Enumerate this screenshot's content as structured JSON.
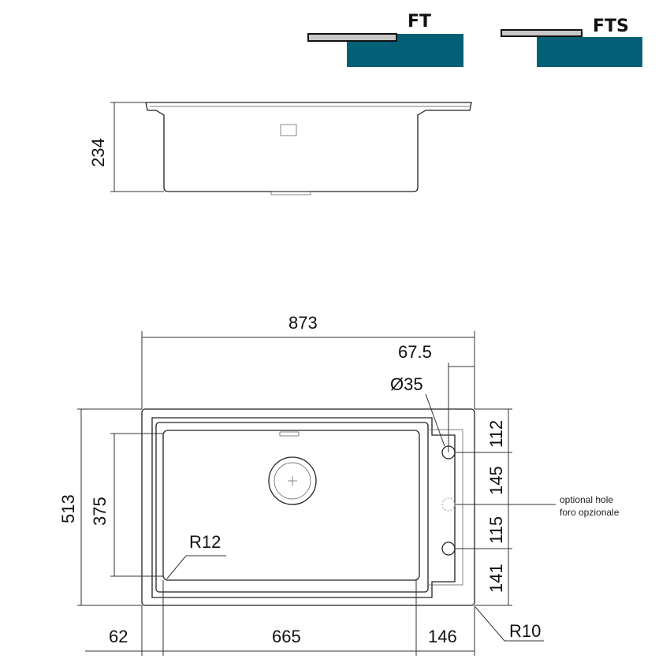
{
  "mount_types": {
    "ft": "FT",
    "fts": "FTS",
    "counter_color": "#035f75",
    "sheet_color": "#c8c8c8"
  },
  "side_view": {
    "height": "234"
  },
  "top_view": {
    "width": "873",
    "hole_offset": "67.5",
    "hole_diameter": "Ø35",
    "depth": "513",
    "bowl_depth": "375",
    "bowl_radius": "R12",
    "corner_radius": "R10",
    "left_margin": "62",
    "bowl_width": "665",
    "drainer_width": "146",
    "right_dims": [
      "112",
      "145",
      "115",
      "141"
    ],
    "optional_hole": {
      "line1": "optional hole",
      "line2": "foro opzionale"
    }
  }
}
